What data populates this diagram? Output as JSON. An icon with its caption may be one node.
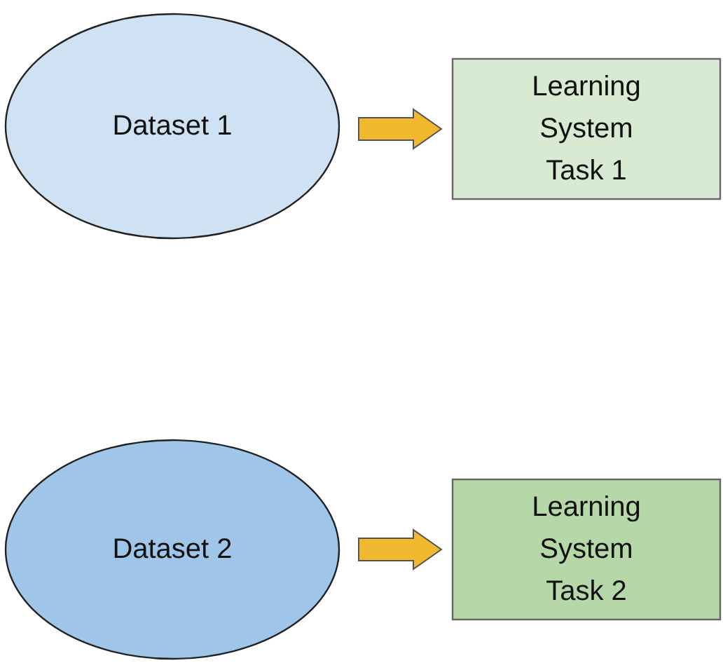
{
  "diagram": {
    "nodes": [
      {
        "text": [
          "Dataset 1"
        ]
      },
      {
        "text": [
          "Learning System Task 1"
        ]
      },
      {
        "text": [
          "Dataset 2"
        ]
      },
      {
        "text": [
          "Learning System Task 2"
        ]
      }
    ],
    "edges": [
      {
        "from": 0,
        "to": 1,
        "arrow": "to"
      },
      {
        "from": 2,
        "to": 3,
        "arrow": "to"
      }
    ]
  }
}
